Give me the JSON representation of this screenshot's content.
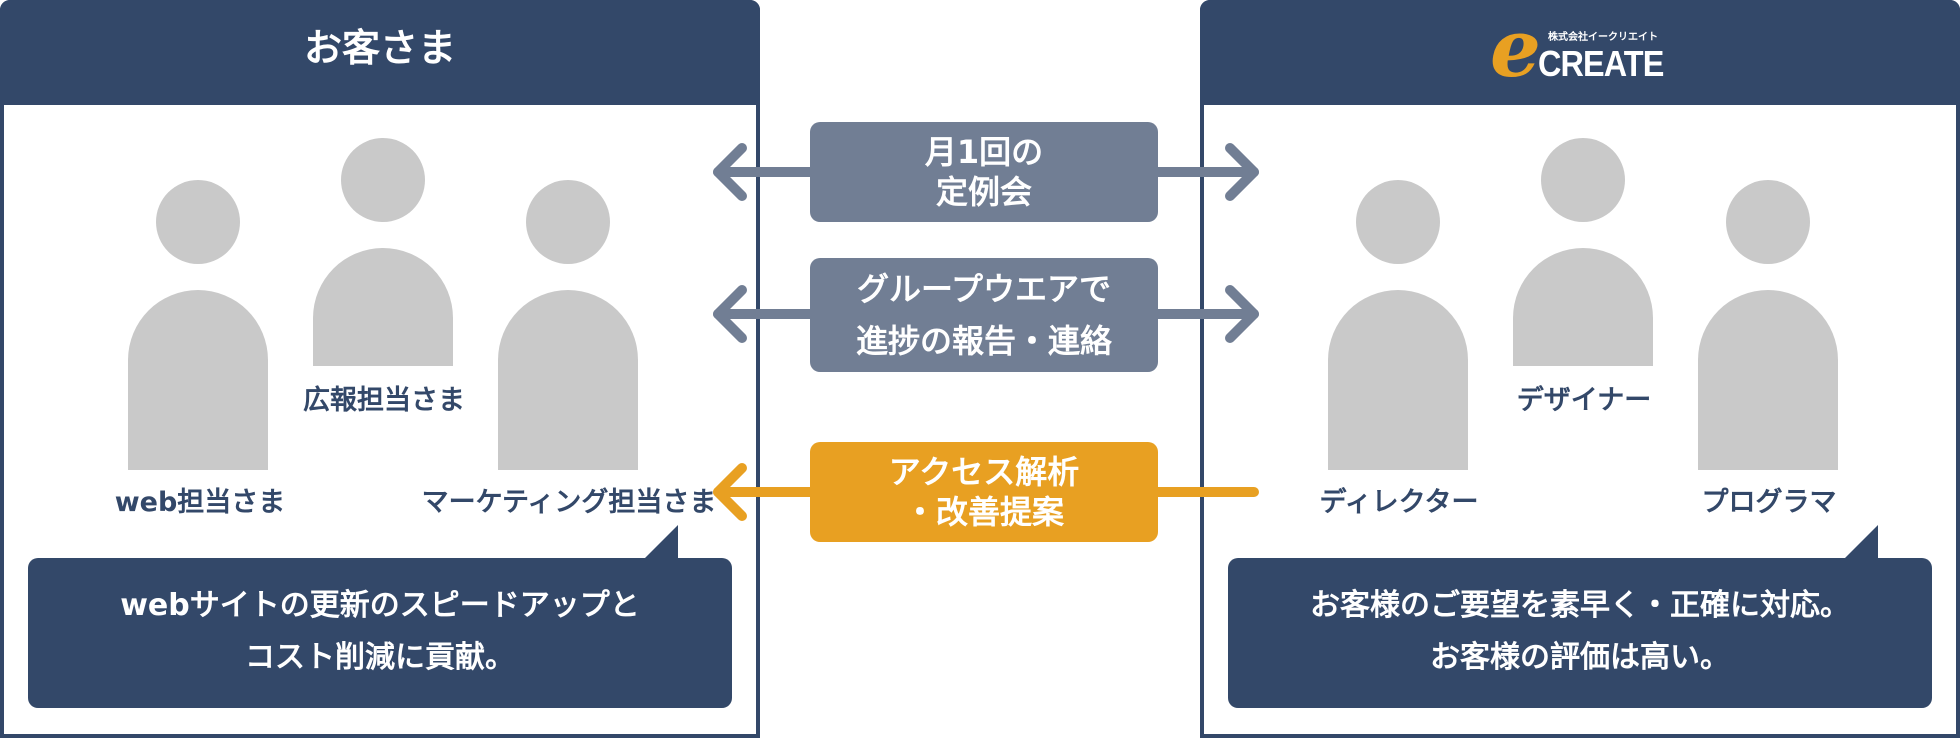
{
  "colors": {
    "navy": "#334869",
    "gray_person": "#c9c9c9",
    "slate_box": "#717e94",
    "orange": "#e8a022",
    "white": "#ffffff"
  },
  "left_panel": {
    "title": "お客さま",
    "people": [
      {
        "label": "web担当さま"
      },
      {
        "label": "広報担当さま"
      },
      {
        "label": "マーケティング担当さま"
      }
    ],
    "callout": {
      "line1": "webサイトの更新のスピードアップと",
      "line2": "コスト削減に貢献。"
    }
  },
  "right_panel": {
    "logo": {
      "company": "株式会社イークリエイト",
      "letter": "e",
      "name": "CREATE"
    },
    "people": [
      {
        "label": "ディレクター"
      },
      {
        "label": "デザイナー"
      },
      {
        "label": "プログラマ"
      }
    ],
    "callout": {
      "line1": "お客様のご要望を素早く・正確に対応。",
      "line2": "お客様の評価は高い。"
    }
  },
  "middle": {
    "meeting": {
      "line1": "月1回の",
      "line2": "定例会"
    },
    "groupware": {
      "line1": "グループウエアで",
      "line2": "進捗の報告・連絡"
    },
    "analysis": {
      "line1": "アクセス解析",
      "line2": "・改善提案"
    }
  }
}
